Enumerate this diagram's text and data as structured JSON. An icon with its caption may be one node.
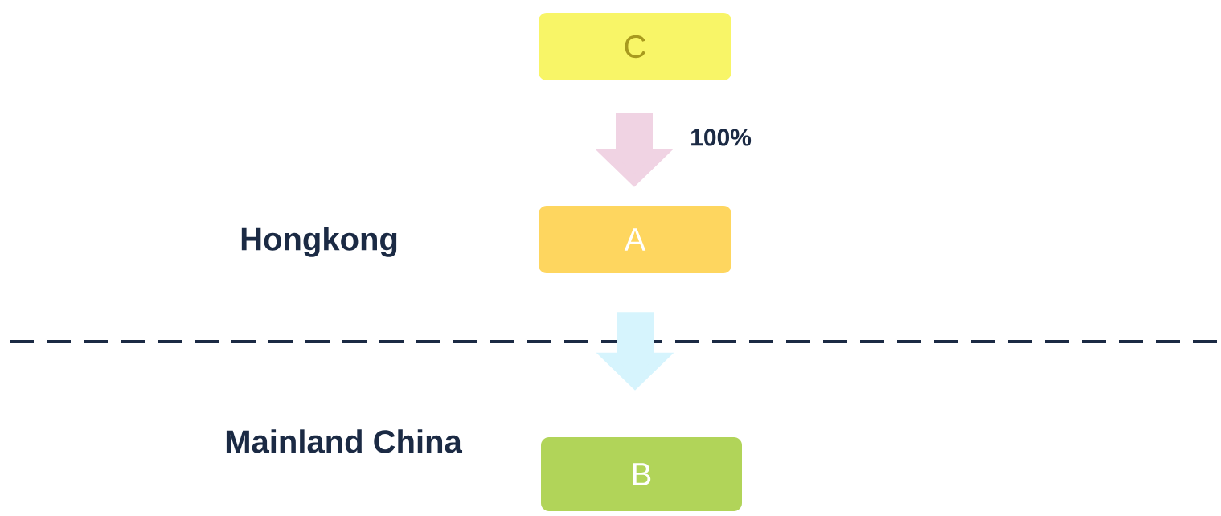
{
  "diagram": {
    "nodes": [
      {
        "text": [
          "C"
        ]
      },
      {
        "text": [
          "A"
        ]
      },
      {
        "text": [
          "B"
        ]
      }
    ],
    "edges": [
      {
        "from": 0,
        "to": 1,
        "arrow": "to",
        "label": "100%",
        "color": "#f0d3e3"
      },
      {
        "from": 1,
        "to": 2,
        "arrow": "to",
        "color": "#d6f4fd"
      }
    ],
    "labels": [
      "Hongkong",
      "Mainland China"
    ]
  }
}
